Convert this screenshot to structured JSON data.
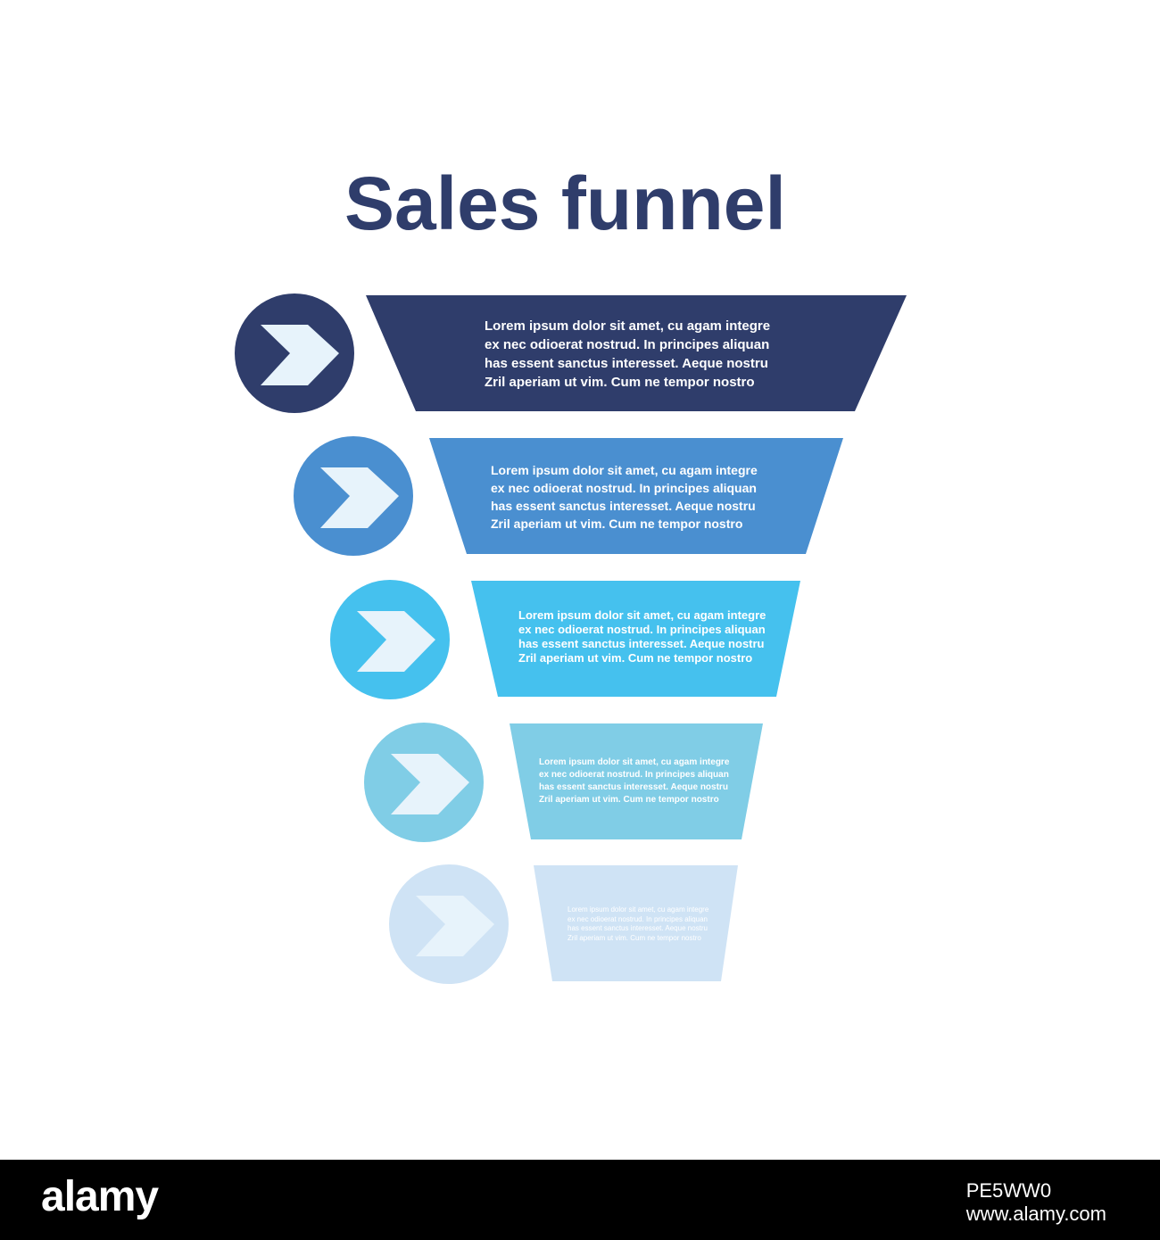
{
  "title": "Sales funnel",
  "colors": {
    "title": "#2f3d6b",
    "stage_1": "#2f3d6b",
    "stage_2": "#4a8fd0",
    "stage_3": "#45c1ee",
    "stage_4": "#80cde6",
    "stage_5": "#cfe3f5",
    "chevron": "#e7f3fb"
  },
  "stages": [
    {
      "icon": "chevron-right-icon",
      "lines": [
        "Lorem ipsum dolor sit amet, cu agam integre",
        "ex nec odioerat nostrud. In principes aliquan",
        "has essent sanctus interesset. Aeque nostru",
        "Zril aperiam ut vim. Cum ne tempor nostro"
      ]
    },
    {
      "icon": "chevron-right-icon",
      "lines": [
        "Lorem ipsum dolor sit amet, cu agam integre",
        "ex nec odioerat nostrud. In principes aliquan",
        "has essent sanctus interesset. Aeque nostru",
        "Zril aperiam ut vim. Cum ne tempor nostro"
      ]
    },
    {
      "icon": "chevron-right-icon",
      "lines": [
        "Lorem ipsum dolor sit amet, cu agam integre",
        "ex nec odioerat nostrud. In principes aliquan",
        "has essent sanctus interesset. Aeque nostru",
        "Zril aperiam ut vim. Cum ne tempor nostro"
      ]
    },
    {
      "icon": "chevron-right-icon",
      "lines": [
        "Lorem ipsum dolor sit amet, cu agam integre",
        "ex nec odioerat nostrud. In principes aliquan",
        "has essent sanctus interesset. Aeque nostru",
        "Zril aperiam ut vim. Cum ne tempor nostro"
      ]
    },
    {
      "icon": "chevron-right-icon",
      "lines": [
        "Lorem ipsum dolor sit amet, cu agam integre",
        "ex nec odioerat nostrud. In principes aliquan",
        "has essent sanctus interesset. Aeque nostru",
        "Zril aperiam ut vim. Cum ne tempor nostro"
      ]
    }
  ],
  "footer": {
    "logo": "alamy",
    "image_id": "PE5WW0",
    "url": "www.alamy.com"
  }
}
